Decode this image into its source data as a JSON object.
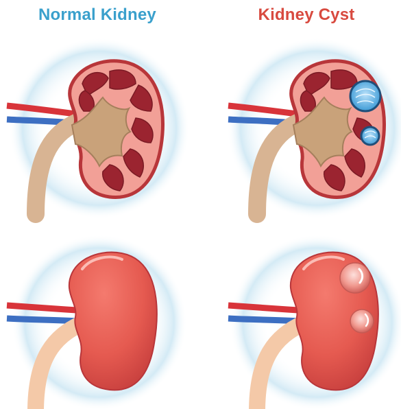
{
  "titles": {
    "left": "Normal Kidney",
    "right": "Kidney Cyst"
  },
  "colors": {
    "normal_title": "#3aa0cc",
    "cyst_title": "#d84a3f",
    "kidney_surface": "#e85f54",
    "kidney_cut_face": "#f4aaa0",
    "kidney_rim": "#b8363a",
    "pyramid": "#9b2430",
    "pelvis": "#c9a27a",
    "ureter": "#d8b493",
    "artery": "#d8343a",
    "vein": "#3d6fc2",
    "cyst_fluid": "#5fb3e8",
    "halo": "#e2f1f8"
  },
  "panels": [
    {
      "view": "cross-section",
      "condition": "normal",
      "cysts": 0
    },
    {
      "view": "cross-section",
      "condition": "cyst",
      "cysts": 2
    },
    {
      "view": "exterior",
      "condition": "normal",
      "cysts": 0
    },
    {
      "view": "exterior",
      "condition": "cyst",
      "cysts": 2
    }
  ]
}
